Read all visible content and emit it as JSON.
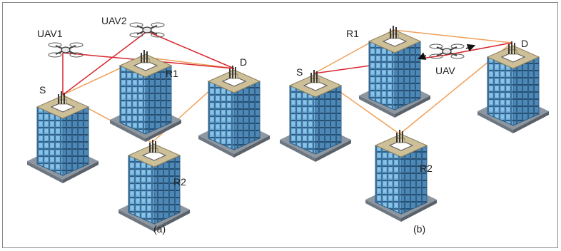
{
  "panels": [
    {
      "caption": "(a)",
      "labels": {
        "s": "S",
        "r1": "R1",
        "r2": "R2",
        "d": "D",
        "uav1": "UAV1",
        "uav2": "UAV2"
      }
    },
    {
      "caption": "(b)",
      "labels": {
        "s": "S",
        "r1": "R1",
        "r2": "R2",
        "d": "D",
        "uav": "UAV"
      }
    }
  ],
  "colors": {
    "uav_link": "#d7262e",
    "relay_link": "#f0a05a",
    "building_glass": "#5d9bc8",
    "building_dark": "#2f5f86",
    "roof": "#cdbf97",
    "ground": "#8d97a1"
  }
}
